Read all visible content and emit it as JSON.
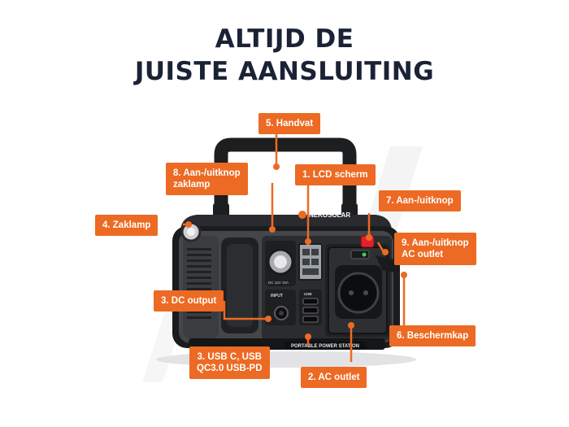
{
  "title": {
    "line1": "ALTIJD DE",
    "line2": "JUISTE AANSLUITING"
  },
  "labels": {
    "handvat": "5. Handvat",
    "zaklamp_knop_1": "8. Aan-/uitknop",
    "zaklamp_knop_2": "zaklamp",
    "lcd": "1. LCD scherm",
    "aan_uit": "7. Aan-/uitknop",
    "zaklamp": "4. Zaklamp",
    "ac_knop_1": "9. Aan-/uitknop",
    "ac_knop_2": "AC outlet",
    "dc_output": "3. DC output",
    "beschermkap": "6. Beschermkap",
    "usb_1": "3. USB C, USB",
    "usb_2": "QC3.0 USB-PD",
    "ac_outlet": "2. AC outlet"
  },
  "device": {
    "brand": "NEKOSOLAR",
    "model": "PORTABLE POWER STATION",
    "panel_input": "INPUT",
    "panel_usb": "USB",
    "panel_dc": "DC 12V 10A"
  },
  "colors": {
    "accent": "#ec6a23",
    "title": "#1b2235",
    "body": "#3b3d41",
    "frame": "#17181a"
  }
}
